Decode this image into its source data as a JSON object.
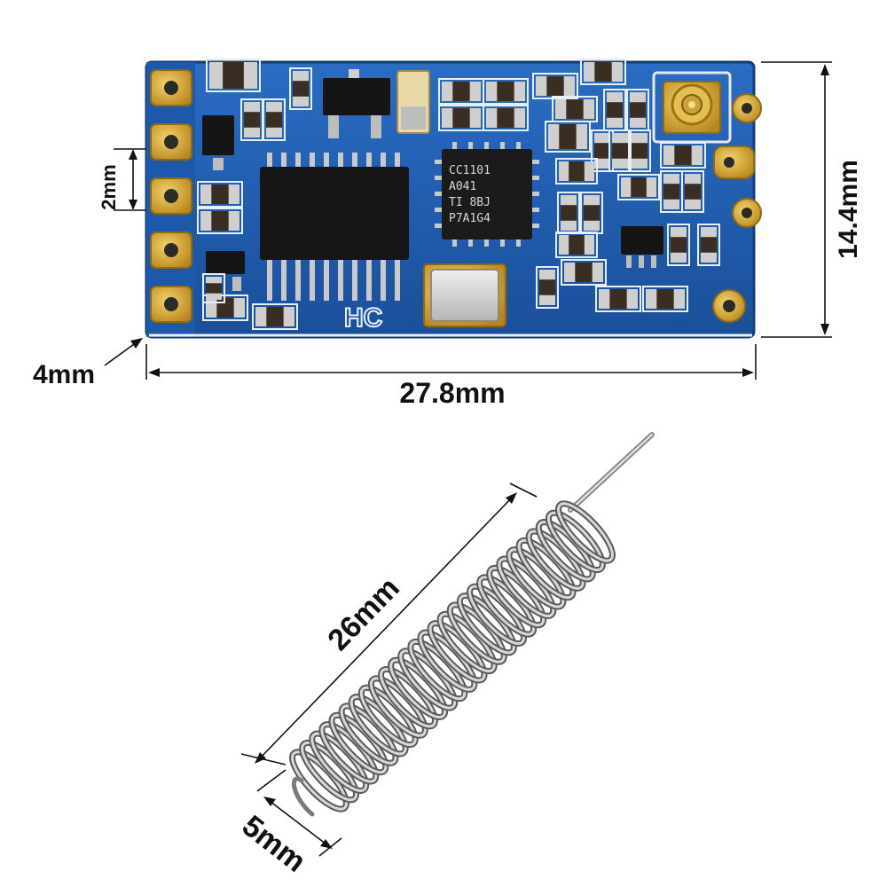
{
  "figure": {
    "board": {
      "chip_label_lines": [
        "CC1101",
        "A041",
        "TI 8BJ",
        "P7A1G4"
      ],
      "silkscreen_logo": "HC",
      "pin_count": 5
    },
    "dimensions": {
      "pin_pitch": "2mm",
      "height": "14.4mm",
      "thickness": "4mm",
      "width": "27.8mm",
      "antenna_length": "26mm",
      "antenna_diameter": "5mm"
    },
    "colors": {
      "pcb": "#1f5fb5",
      "gold": "#d6a52c",
      "chip": "#1b1b1b",
      "spring": "#b9b9b9"
    }
  }
}
